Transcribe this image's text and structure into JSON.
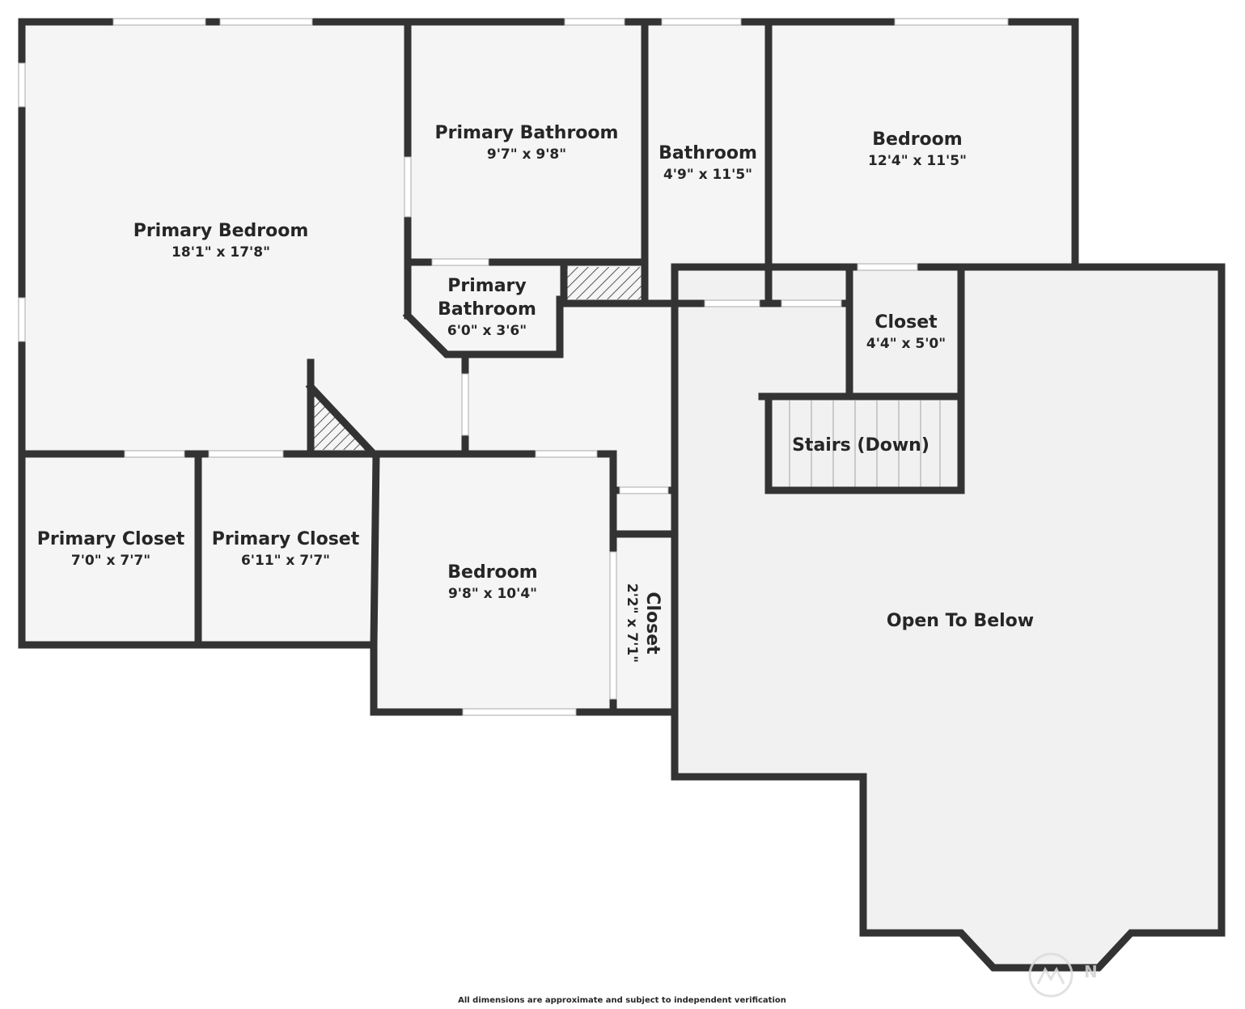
{
  "rooms": {
    "primary_bedroom": {
      "name": "Primary Bedroom",
      "dim": "18'1\" x 17'8\""
    },
    "primary_bathroom": {
      "name": "Primary Bathroom",
      "dim": "9'7\" x 9'8\""
    },
    "bathroom": {
      "name": "Bathroom",
      "dim": "4'9\" x 11'5\""
    },
    "bedroom_upper": {
      "name": "Bedroom",
      "dim": "12'4\" x 11'5\""
    },
    "primary_bathroom_small": {
      "name_line1": "Primary",
      "name_line2": "Bathroom",
      "dim": "6'0\" x 3'6\""
    },
    "closet_upper": {
      "name": "Closet",
      "dim": "4'4\" x 5'0\""
    },
    "stairs": {
      "name": "Stairs (Down)"
    },
    "primary_closet_left": {
      "name": "Primary Closet",
      "dim": "7'0\" x 7'7\""
    },
    "primary_closet_right": {
      "name": "Primary Closet",
      "dim": "6'11\" x 7'7\""
    },
    "bedroom_lower": {
      "name": "Bedroom",
      "dim": "9'8\" x 10'4\""
    },
    "closet_narrow": {
      "name": "Closet",
      "dim": "2'2\" x 7'1\""
    },
    "open_to_below": {
      "name": "Open To Below"
    }
  },
  "footnote": "All dimensions are approximate and subject to independent verification",
  "watermark": "N",
  "colors": {
    "wall": "#333333",
    "floor": "#f5f5f5",
    "open_area": "#efefef",
    "text": "#262626"
  }
}
